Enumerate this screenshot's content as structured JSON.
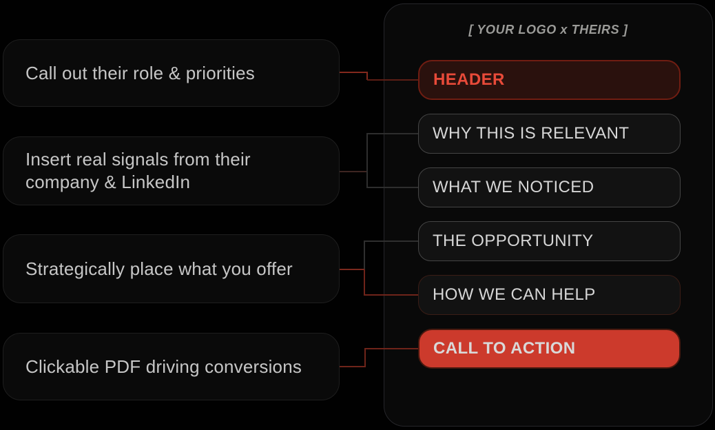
{
  "page": {
    "background": "#010101",
    "type": "pdf-structure-diagram"
  },
  "left_notes": [
    {
      "label": "Call out their role & priorities"
    },
    {
      "label": "Insert real signals from their\ncompany & LinkedIn"
    },
    {
      "label": "Strategically place what you offer"
    },
    {
      "label": "Clickable PDF driving conversions"
    }
  ],
  "panel": {
    "title": "[ YOUR LOGO x THEIRS ]",
    "sections": [
      {
        "label": "HEADER",
        "style": "header-red"
      },
      {
        "label": "WHY THIS IS RELEVANT",
        "style": "default"
      },
      {
        "label": "WHAT WE NOTICED",
        "style": "default"
      },
      {
        "label": "THE OPPORTUNITY",
        "style": "default"
      },
      {
        "label": "HOW WE CAN HELP",
        "style": "red-outline"
      },
      {
        "label": "CALL TO ACTION",
        "style": "cta-filled"
      }
    ]
  },
  "colors": {
    "accent_red": "#cc3a2c",
    "header_text_red": "#e84a39",
    "header_fill": "#2a110d",
    "header_border": "#701d12",
    "pill_border_gray": "#454545",
    "pill_fill": "#121212",
    "note_text": "#c6c6c6",
    "pill_text": "#d6d6d6",
    "title_text": "#9b9b98",
    "connector_red": "#6f241a",
    "connector_gray": "#2f2f2f",
    "panel_border": "#26262a"
  }
}
